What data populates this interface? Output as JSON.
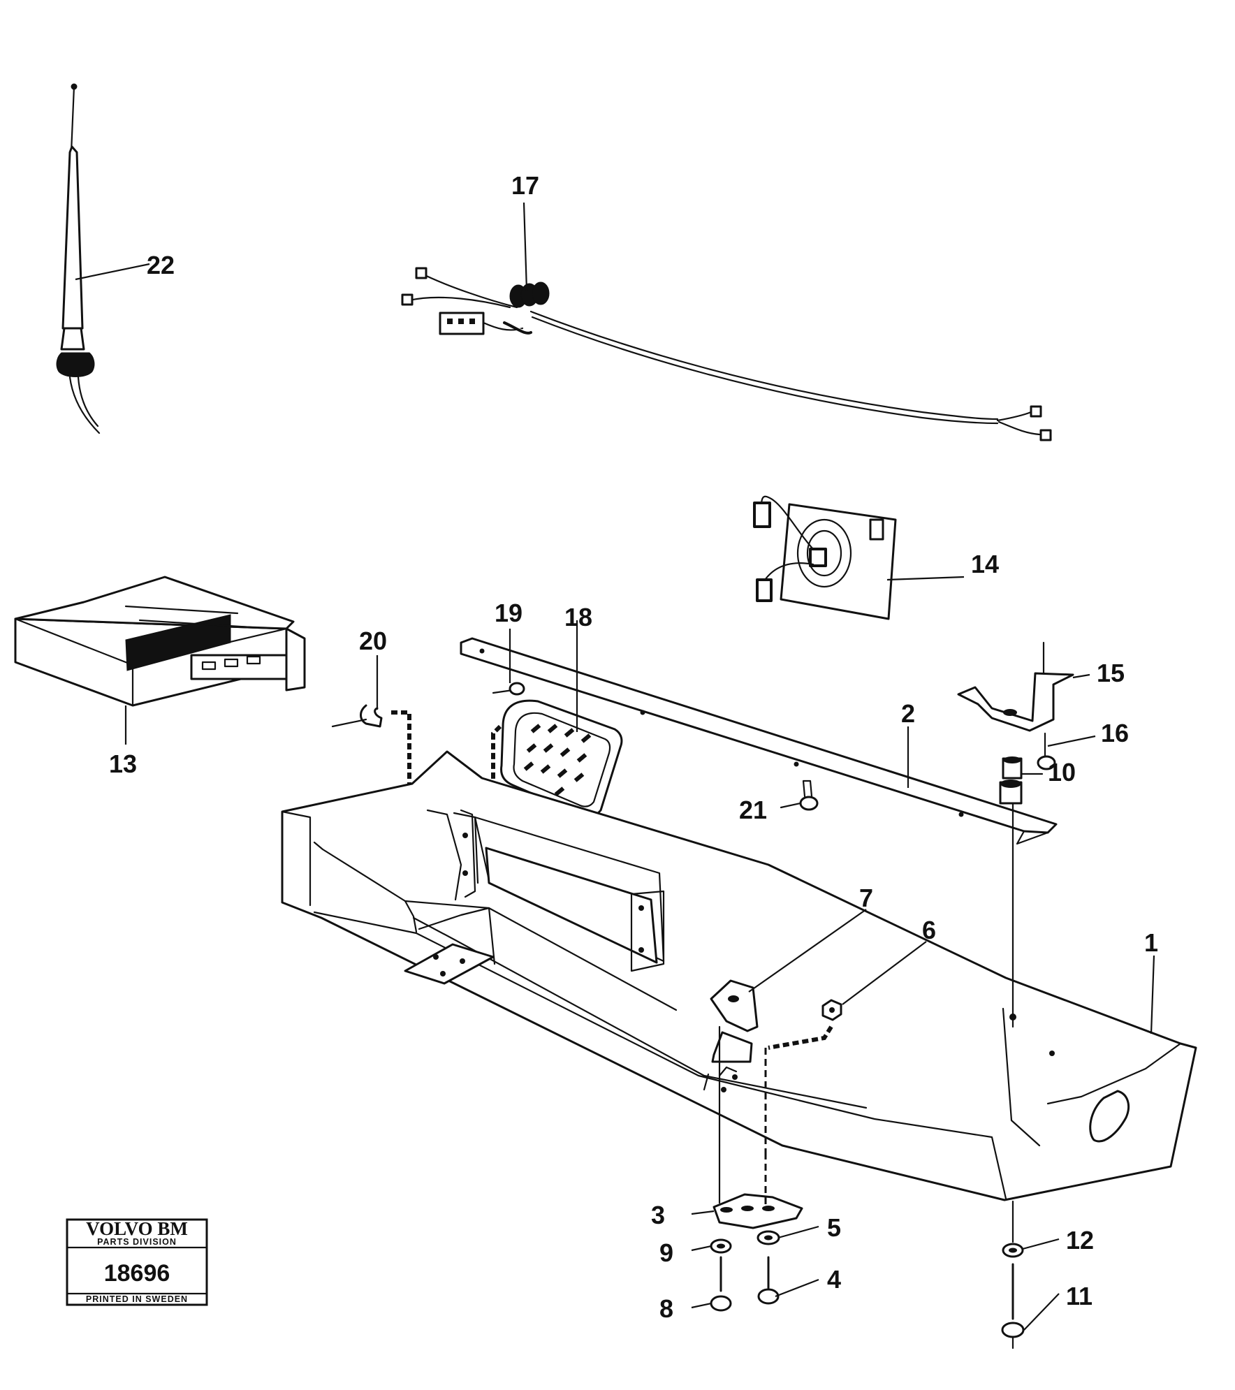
{
  "diagram": {
    "callouts": [
      "1",
      "2",
      "3",
      "4",
      "5",
      "6",
      "7",
      "8",
      "9",
      "10",
      "11",
      "12",
      "13",
      "14",
      "15",
      "16",
      "17",
      "18",
      "19",
      "20",
      "21",
      "22"
    ]
  },
  "stamp": {
    "brand": "VOLVO BM",
    "division": "PARTS DIVISION",
    "number": "18696",
    "printed": "PRINTED IN SWEDEN"
  }
}
